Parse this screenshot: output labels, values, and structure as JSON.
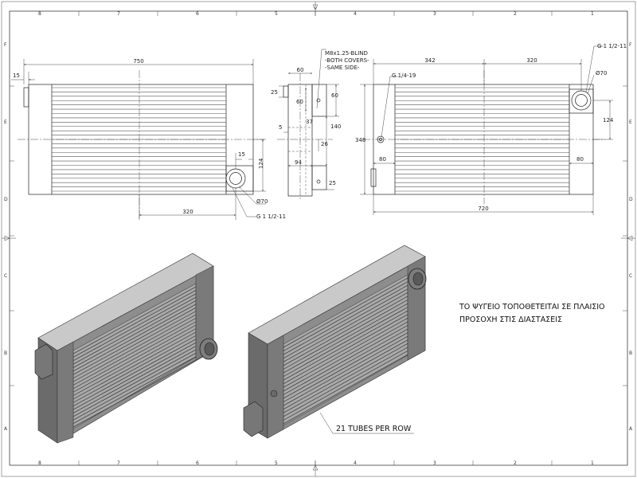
{
  "zones": {
    "top": [
      "8",
      "7",
      "6",
      "5",
      "4",
      "3",
      "2",
      "1"
    ],
    "bottom": [
      "8",
      "7",
      "6",
      "5",
      "4",
      "3",
      "2",
      "1"
    ],
    "left": [
      "F",
      "E",
      "D",
      "C",
      "B",
      "A"
    ],
    "right": [
      "F",
      "E",
      "D",
      "C",
      "B",
      "A"
    ]
  },
  "front_view": {
    "dims": {
      "overall_width": "750",
      "left_offset": "15",
      "port_offset": "15",
      "port_height": "124",
      "port_spacing": "320",
      "port_diameter": "Ø70",
      "port_thread": "G 1 1/2-11"
    }
  },
  "side_view": {
    "note_lines": [
      "M8x1.25-BLIND",
      "-BOTH COVERS-",
      "-SAME SIDE-"
    ],
    "dims": {
      "top_width": "60",
      "left_25": "25",
      "inner_60": "60",
      "right_60": "60",
      "d37": "37",
      "d140": "140",
      "d5": "5",
      "d26": "26",
      "d94": "94",
      "d25": "25"
    }
  },
  "rear_view": {
    "dims": {
      "left_span": "342",
      "right_span": "320",
      "thread_top": "G 1 1/2-11",
      "diameter": "Ø70",
      "small_thread": "G 1/4-19",
      "height": "348",
      "port_height": "124",
      "left_80": "80",
      "right_80": "80",
      "overall_width": "720"
    }
  },
  "notes": {
    "greek_lines": [
      "ΤΟ ΨΥΓΕΙΟ ΤΟΠΟΘΕΤΕΙΤΑΙ ΣΕ ΠΛΑΙΣΙΟ",
      "ΠΡΟΣΟΧΗ ΣΤΙΣ ΔΙΑΣΤΑΣΕΙΣ"
    ],
    "tubes_label": "21 TUBES PER ROW"
  }
}
